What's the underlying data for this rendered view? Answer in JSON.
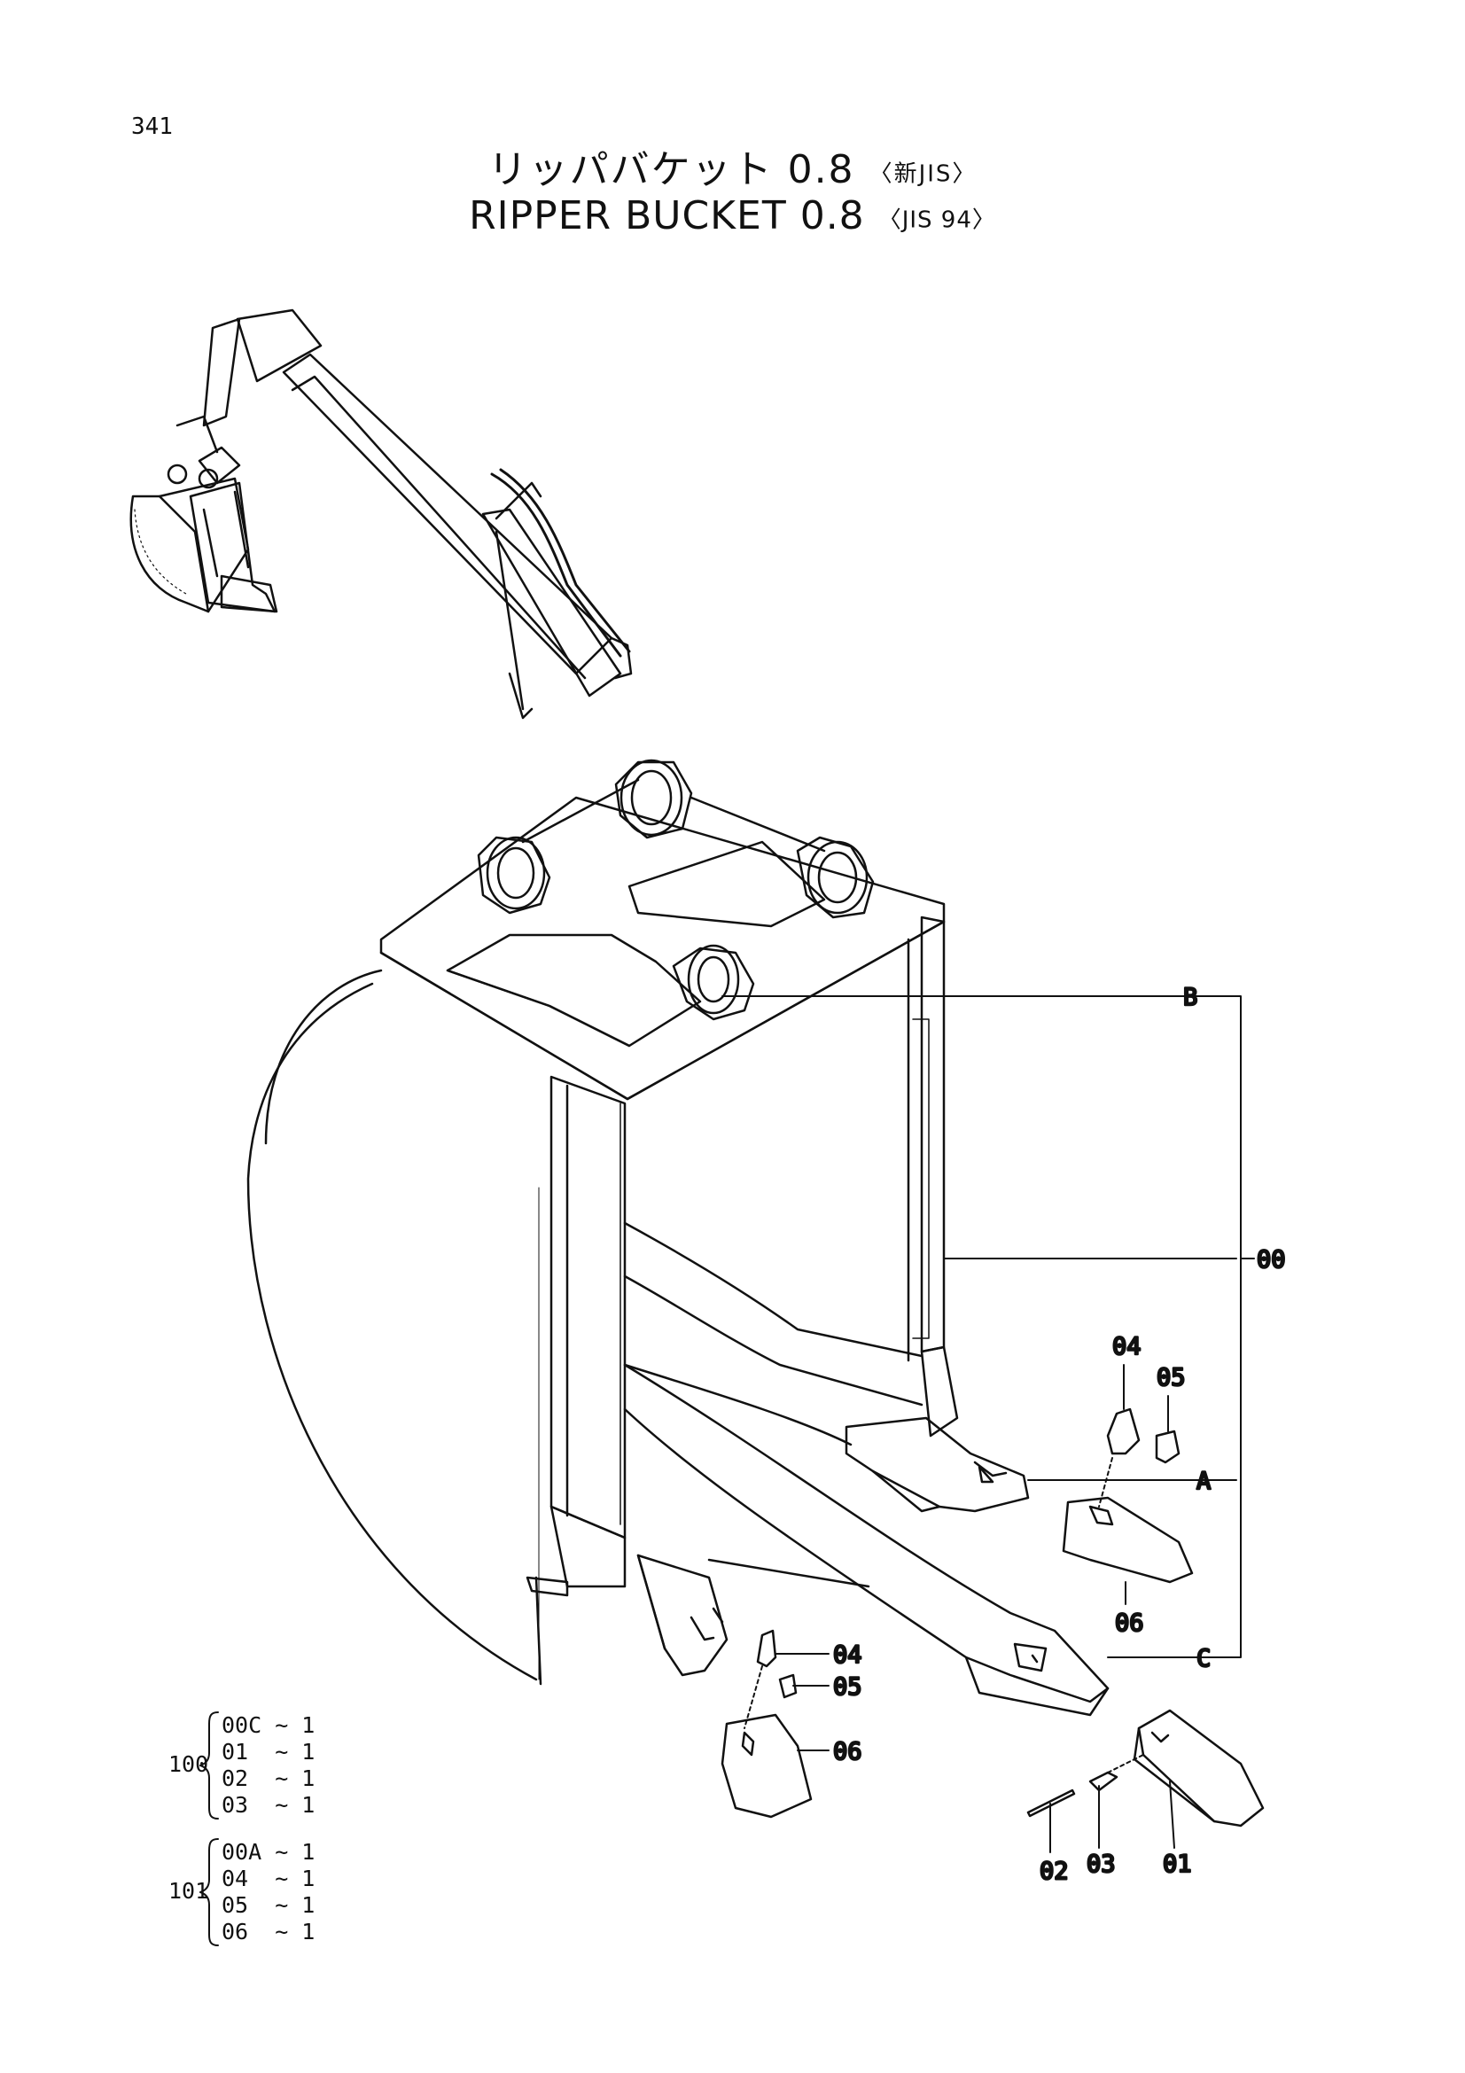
{
  "page": {
    "number": "341"
  },
  "title": {
    "jp": "リッパバケット 0.8",
    "jp_tag": "〈新JIS〉",
    "en": "RIPPER BUCKET 0.8",
    "en_tag": "〈JIS 94〉"
  },
  "callouts": {
    "b": "B",
    "a": "A",
    "c": "C",
    "p00": "00",
    "p04_right": "04",
    "p05_right": "05",
    "p06_right": "06",
    "p04_left": "04",
    "p05_left": "05",
    "p06_left": "06",
    "p01": "01",
    "p02": "02",
    "p03": "03"
  },
  "kits": [
    {
      "id": "100",
      "rows": [
        "00C ~ 1",
        "01  ~ 1",
        "02  ~ 1",
        "03  ~ 1"
      ]
    },
    {
      "id": "101",
      "rows": [
        "00A ~ 1",
        "04  ~ 1",
        "05  ~ 1",
        "06  ~ 1"
      ]
    }
  ]
}
